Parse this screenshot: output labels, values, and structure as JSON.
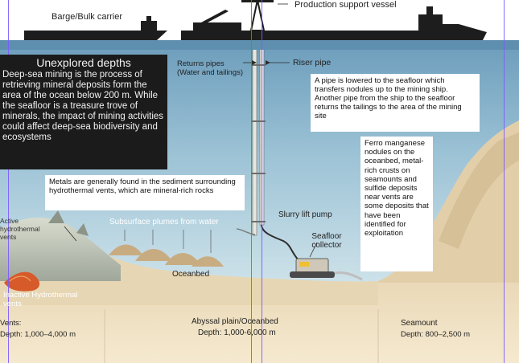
{
  "labels": {
    "barge": "Barge/Bulk carrier",
    "production_vessel": "Production support vessel",
    "returns_pipes": "Returns pipes (Water and tailings)",
    "riser_pipe": "Riser pipe",
    "subsurface_plumes": "Subsurface plumes from water",
    "slurry_pump": "Slurry lift pump",
    "seafloor_collector": "Seafloor collector",
    "oceanbed": "Oceanbed",
    "active_vents": "Active hydrothermal vents",
    "inactive_vents": "Inactive Hydrothermal vents",
    "vents_footer": "Vents:",
    "vents_depth": "Depth: 1,000–4,000 m",
    "abyssal_plain": "Abyssal plain/Oceanbed",
    "abyssal_depth": "Depth: 1,000-6,000 m",
    "seamount": "Seamount",
    "seamount_depth": "Depth: 800–2,500 m"
  },
  "info_box": {
    "title": "Unexplored depths",
    "body": "Deep-sea mining is the process of retrieving mineral deposits form the area of the ocean below 200 m. While the seafloor is a treasure trove of minerals, the impact of mining activities could affect deep-sea biodiversity and ecosystems"
  },
  "callouts": {
    "pipe": "A pipe is lowered to the seafloor which transfers nodules up to the mining ship. Another pipe from the ship to the seafloor returns the tailings to the area of the mining site",
    "metals": "Metals are generally found in the sediment surrounding hydrothermal vents, which are mineral-rich rocks",
    "deposits": "Ferro manganese nodules on the oceanbed, metal-rich crusts on seamounts and sulfide deposits near vents are some deposits that have been identified for exploitation"
  }
}
